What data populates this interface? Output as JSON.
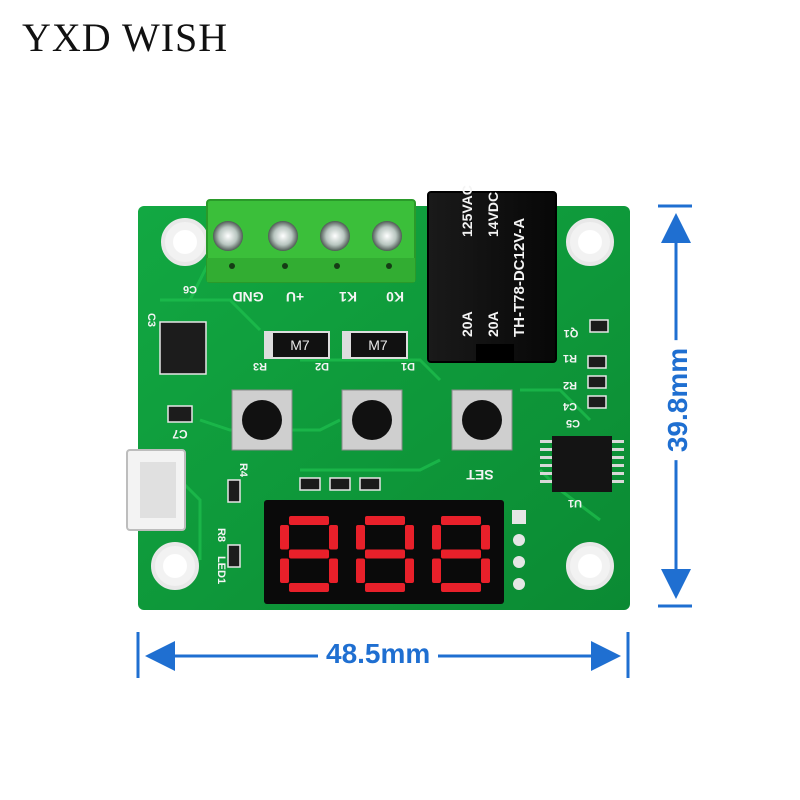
{
  "brand": "YXD WISH",
  "dimensions": {
    "width": "48.5mm",
    "height": "39.8mm"
  },
  "relay": {
    "model": "TH-T78-DC12V-A",
    "rating_1": "125VAC",
    "rating_2": "14VDC",
    "current_1": "20A",
    "current_2": "20A"
  },
  "terminal_labels": [
    "GND",
    "+U",
    "K1",
    "K0"
  ],
  "diode_marking": "M7",
  "silkscreen": {
    "set": "SET",
    "c6": "C6",
    "c3": "C3",
    "c7": "C7",
    "r3": "R3",
    "d2": "D2",
    "d1": "D1",
    "r1": "R1",
    "r2": "R2",
    "c4": "C4",
    "c5": "C5",
    "r4": "R4",
    "u1": "U1",
    "r8": "R8",
    "led1": "LED1",
    "q1": "Q1"
  },
  "colors": {
    "pcb": "#0f9a3c",
    "terminal_block": "#3bbf3a",
    "display_segment": "#e8202a",
    "dimension_lines": "#1f6fd1"
  },
  "display": {
    "digits": "888"
  }
}
